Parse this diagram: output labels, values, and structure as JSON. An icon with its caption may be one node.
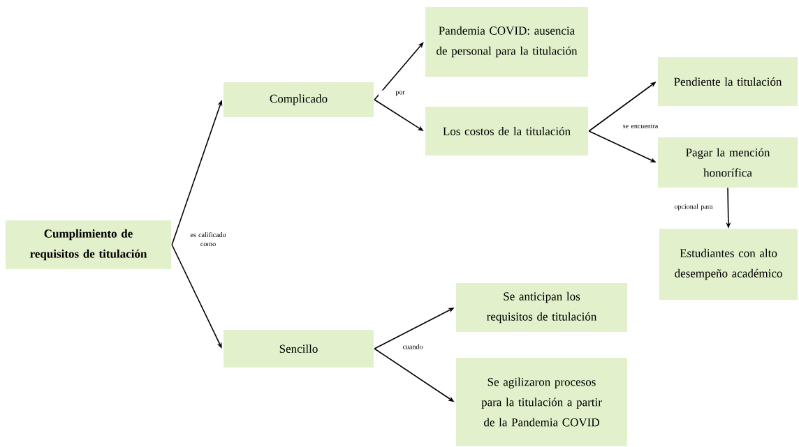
{
  "diagram": {
    "nodes": [
      {
        "text": [
          "Cumplimiento de requisitos de titulación"
        ]
      },
      {
        "text": [
          "Complicado"
        ]
      },
      {
        "text": [
          "Sencillo"
        ]
      },
      {
        "text": [
          "Pandemia COVID: ausencia de personal para la titulación"
        ]
      },
      {
        "text": [
          "Los costos de la titulación"
        ]
      },
      {
        "text": [
          "Se anticipan los requisitos de titulación"
        ]
      },
      {
        "text": [
          "Se agilizaron procesos para la titulación a partir de la Pandemia COVID"
        ]
      },
      {
        "text": [
          "Pendiente la titulación"
        ]
      },
      {
        "text": [
          "Pagar la mención honorífica"
        ]
      },
      {
        "text": [
          "Estudiantes con alto desempeño académico"
        ]
      }
    ],
    "edges": [
      {
        "from": 0,
        "to": 1,
        "arrow": "to",
        "label": "es calificado como"
      },
      {
        "from": 0,
        "to": 2,
        "arrow": "to"
      },
      {
        "from": 1,
        "to": 3,
        "arrow": "to",
        "label": "por"
      },
      {
        "from": 1,
        "to": 4,
        "arrow": "to"
      },
      {
        "from": 4,
        "to": 7,
        "arrow": "to",
        "label": "se encuentra"
      },
      {
        "from": 4,
        "to": 8,
        "arrow": "to"
      },
      {
        "from": 8,
        "to": 9,
        "arrow": "to",
        "label": "opcional para"
      },
      {
        "from": 2,
        "to": 5,
        "arrow": "to",
        "label": "cuando"
      },
      {
        "from": 2,
        "to": 6,
        "arrow": "to"
      }
    ]
  }
}
